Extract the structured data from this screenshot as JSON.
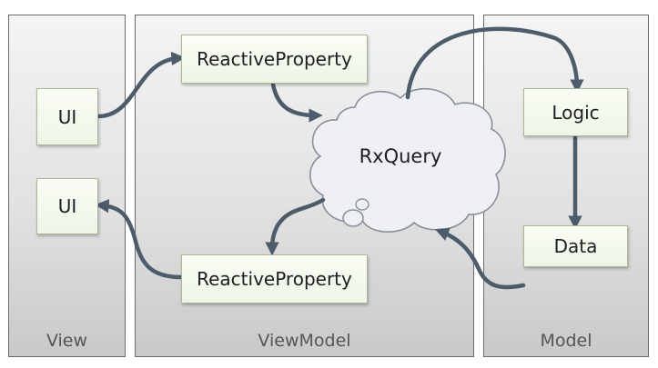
{
  "columns": {
    "view": {
      "title": "View"
    },
    "viewmodel": {
      "title": "ViewModel"
    },
    "model": {
      "title": "Model"
    }
  },
  "view": {
    "ui_top": "UI",
    "ui_bottom": "UI"
  },
  "viewmodel": {
    "reactive_property_top": "ReactiveProperty",
    "reactive_property_bottom": "ReactiveProperty",
    "cloud_label": "RxQuery"
  },
  "model": {
    "logic": "Logic",
    "data": "Data"
  },
  "colors": {
    "arrow": "#4d5c6b",
    "cloud_fill": "#eef0f5",
    "cloud_stroke": "#8a8f98",
    "box_border": "#a9b79a",
    "column_border": "#6b6b6b"
  }
}
